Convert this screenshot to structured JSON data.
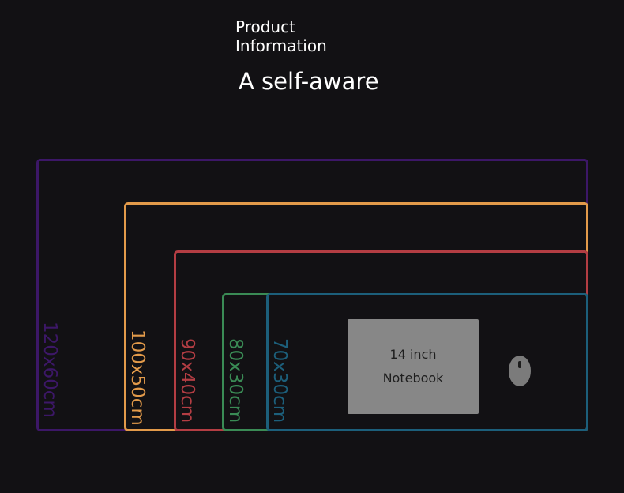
{
  "header": {
    "title_line1": "Product",
    "title_line2": "Information",
    "tagline": "A self-aware"
  },
  "mats": [
    {
      "label": "120x60cm",
      "color": "#3c1767"
    },
    {
      "label": "100x50cm",
      "color": "#e29a4a"
    },
    {
      "label": "90x40cm",
      "color": "#b33d43"
    },
    {
      "label": "80x30cm",
      "color": "#3a8b55"
    },
    {
      "label": "70x30cm",
      "color": "#1c5f7b"
    }
  ],
  "notebook": {
    "line1": "14 inch",
    "line2": "Notebook",
    "color": "#878787"
  },
  "mouse": {
    "icon": "mouse-icon",
    "color": "#7b7b7b"
  }
}
